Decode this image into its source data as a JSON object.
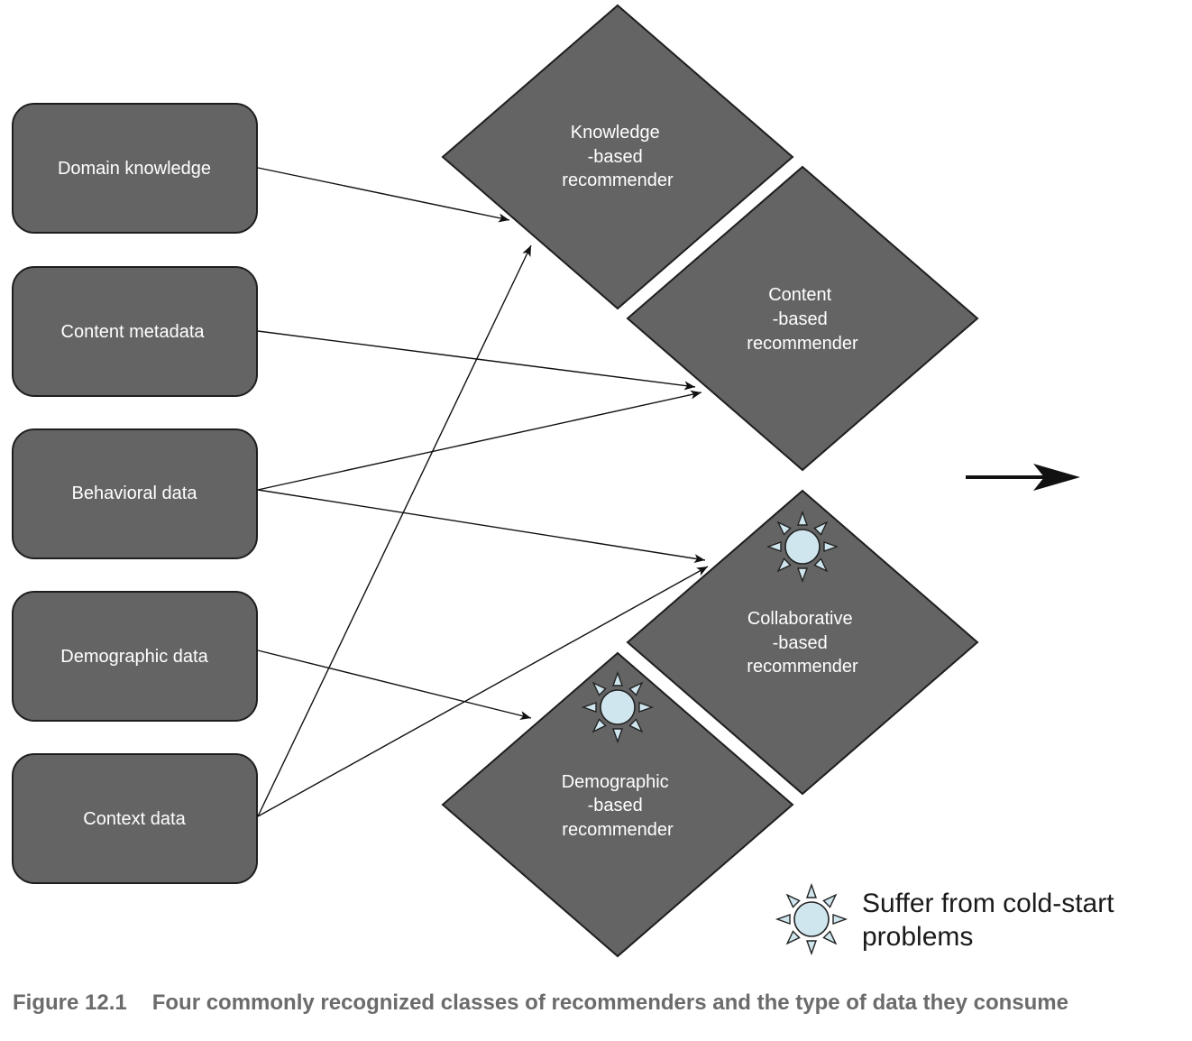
{
  "sources": [
    {
      "id": "domain",
      "label": "Domain knowledge"
    },
    {
      "id": "content",
      "label": "Content metadata"
    },
    {
      "id": "behavioral",
      "label": "Behavioral data"
    },
    {
      "id": "demographic",
      "label": "Demographic data"
    },
    {
      "id": "context",
      "label": "Context data"
    }
  ],
  "recommenders": [
    {
      "id": "knowledge",
      "lines": [
        "Knowledge",
        "-based",
        "recommender"
      ],
      "cold_start": false
    },
    {
      "id": "content",
      "lines": [
        "Content",
        "-based",
        "recommender"
      ],
      "cold_start": false
    },
    {
      "id": "collaborative",
      "lines": [
        "Collaborative",
        "-based",
        "recommender"
      ],
      "cold_start": true
    },
    {
      "id": "demographic",
      "lines": [
        "Demographic",
        "-based",
        "recommender"
      ],
      "cold_start": true
    }
  ],
  "edges": [
    {
      "from": "domain",
      "to": "knowledge"
    },
    {
      "from": "content",
      "to": "content"
    },
    {
      "from": "behavioral",
      "to": "content"
    },
    {
      "from": "behavioral",
      "to": "collaborative"
    },
    {
      "from": "demographic",
      "to": "demographic"
    },
    {
      "from": "context",
      "to": "knowledge"
    },
    {
      "from": "context",
      "to": "collaborative"
    }
  ],
  "legend": {
    "icon": "sun-icon",
    "lines": [
      "Suffer from cold-start",
      "problems"
    ]
  },
  "caption": {
    "number": "Figure 12.1",
    "text": "Four commonly recognized classes of recommenders and the type of data they consume"
  },
  "colors": {
    "node_fill": "#646464",
    "node_stroke": "#1e1e1e",
    "sun_fill": "#cfe6ee",
    "caption": "#6b6b6b"
  }
}
